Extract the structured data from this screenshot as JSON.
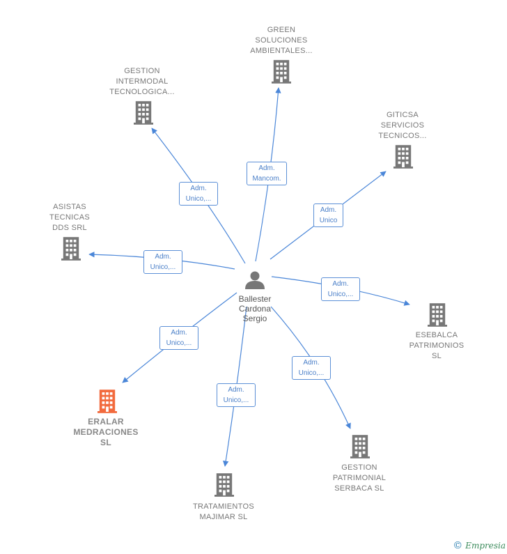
{
  "center": {
    "name_lines": [
      "Ballester",
      "Cardona",
      "Sergio"
    ]
  },
  "companies": [
    {
      "id": "green",
      "lines": [
        "GREEN",
        "SOLUCIONES",
        "AMBIENTALES..."
      ],
      "role_lines": [
        "Adm.",
        "Mancom."
      ],
      "highlight": false
    },
    {
      "id": "gestion-intermodal",
      "lines": [
        "GESTION",
        "INTERMODAL",
        "TECNOLOGICA..."
      ],
      "role_lines": [
        "Adm.",
        "Unico,..."
      ],
      "highlight": false
    },
    {
      "id": "giticsa",
      "lines": [
        "GITICSA",
        "SERVICIOS",
        "TECNICOS..."
      ],
      "role_lines": [
        "Adm.",
        "Unico"
      ],
      "highlight": false
    },
    {
      "id": "asistas",
      "lines": [
        "ASISTAS",
        "TECNICAS",
        "DDS SRL"
      ],
      "role_lines": [
        "Adm.",
        "Unico,..."
      ],
      "highlight": false
    },
    {
      "id": "esebalca",
      "lines": [
        "ESEBALCA",
        "PATRIMONIOS",
        "SL"
      ],
      "role_lines": [
        "Adm.",
        "Unico,..."
      ],
      "highlight": false
    },
    {
      "id": "eralar",
      "lines": [
        "ERALAR",
        "MEDRACIONES",
        "SL"
      ],
      "role_lines": [
        "Adm.",
        "Unico,..."
      ],
      "highlight": true
    },
    {
      "id": "gestion-serbaca",
      "lines": [
        "GESTION",
        "PATRIMONIAL",
        "SERBACA SL"
      ],
      "role_lines": [
        "Adm.",
        "Unico,..."
      ],
      "highlight": false
    },
    {
      "id": "tratamientos",
      "lines": [
        "TRATAMIENTOS",
        "MAJIMAR  SL"
      ],
      "role_lines": [
        "Adm.",
        "Unico,..."
      ],
      "highlight": false
    }
  ],
  "colors": {
    "edge": "#4a86d8",
    "building": "#777777",
    "highlight": "#f26a3d",
    "person": "#777777"
  },
  "brand": {
    "copyright": "©",
    "name": "Empresia"
  }
}
